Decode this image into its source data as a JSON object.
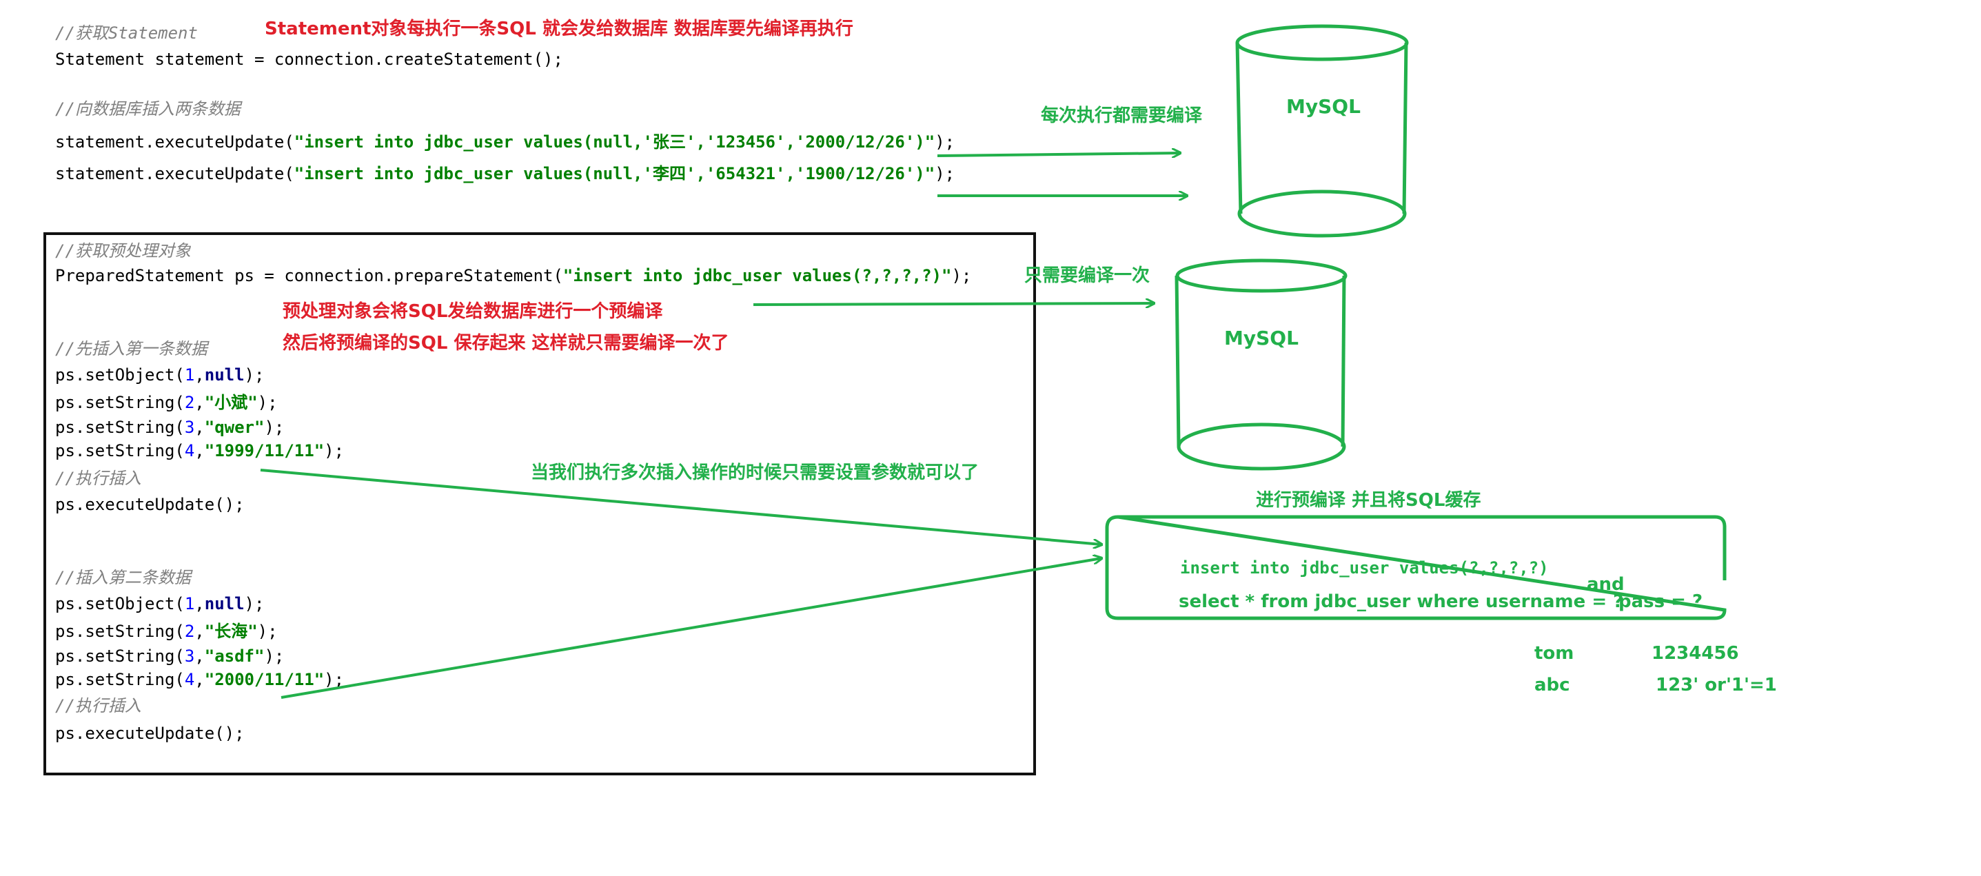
{
  "statement_section": {
    "comment_get": "//获取Statement",
    "note": "Statement对象每执行一条SQL 就会发给数据库 数据库要先编译再执行",
    "decl": "Statement statement = connection.createStatement();",
    "comment_insert": "//向数据库插入两条数据",
    "exec1_prefix": "statement.executeUpdate(",
    "exec1_str": "\"insert into jdbc_user values(null,'张三','123456','2000/12/26')\"",
    "exec1_suffix": ");",
    "exec2_prefix": "statement.executeUpdate(",
    "exec2_str": "\"insert into jdbc_user values(null,'李四','654321','1900/12/26')\"",
    "exec2_suffix": ");"
  },
  "prepared_section": {
    "comment_get": "//获取预处理对象",
    "decl_prefix": "PreparedStatement ps = connection.prepareStatement(",
    "decl_str": "\"insert into jdbc_user values(?,?,?,?)\"",
    "decl_suffix": ");",
    "note_line1": "预处理对象会将SQL发给数据库进行一个预编译",
    "note_line2": "然后将预编译的SQL 保存起来 这样就只需要编译一次了",
    "comment_first": "//先插入第一条数据",
    "first": [
      {
        "method": "ps.setObject(",
        "index": "1",
        "sep": ",",
        "value": "null",
        "value_kind": "kw",
        "end": ");"
      },
      {
        "method": "ps.setString(",
        "index": "2",
        "sep": ",",
        "value": "\"小斌\"",
        "value_kind": "str",
        "end": ");"
      },
      {
        "method": "ps.setString(",
        "index": "3",
        "sep": ",",
        "value": "\"qwer\"",
        "value_kind": "str",
        "end": ");"
      },
      {
        "method": "ps.setString(",
        "index": "4",
        "sep": ",",
        "value": "\"1999/11/11\"",
        "value_kind": "str",
        "end": ");"
      }
    ],
    "comment_exec1": "//执行插入",
    "exec1": "ps.executeUpdate();",
    "comment_second": "//插入第二条数据",
    "second": [
      {
        "method": "ps.setObject(",
        "index": "1",
        "sep": ",",
        "value": "null",
        "value_kind": "kw",
        "end": ");"
      },
      {
        "method": "ps.setString(",
        "index": "2",
        "sep": ",",
        "value": "\"长海\"",
        "value_kind": "str",
        "end": ");"
      },
      {
        "method": "ps.setString(",
        "index": "3",
        "sep": ",",
        "value": "\"asdf\"",
        "value_kind": "str",
        "end": ");"
      },
      {
        "method": "ps.setString(",
        "index": "4",
        "sep": ",",
        "value": "\"2000/11/11\"",
        "value_kind": "str",
        "end": ");"
      }
    ],
    "comment_exec2": "//执行插入",
    "exec2": "ps.executeUpdate();"
  },
  "annotations": {
    "compile_each": "每次执行都需要编译",
    "compile_once": "只需要编译一次",
    "params_only": "当我们执行多次插入操作的时候只需要设置参数就可以了",
    "precompile_cache": "进行预编译 并且将SQL缓存"
  },
  "databases": {
    "db1_label": "MySQL",
    "db2_label": "MySQL"
  },
  "cache_box": {
    "sql_insert": "insert into jdbc_user values(?,?,?,?)",
    "sql_select": "select * from jdbc_user where username = ?",
    "and_label": "and",
    "pass_part": "pass = ?"
  },
  "credentials": [
    {
      "user": "tom",
      "pass": "1234456"
    },
    {
      "user": "abc",
      "pass": "123' or'1'=1"
    }
  ],
  "colors": {
    "green": "#22b04b",
    "red": "#e0202b",
    "comment": "#808080",
    "string": "#008000",
    "number": "#0000ff",
    "keyword": "#000080"
  }
}
